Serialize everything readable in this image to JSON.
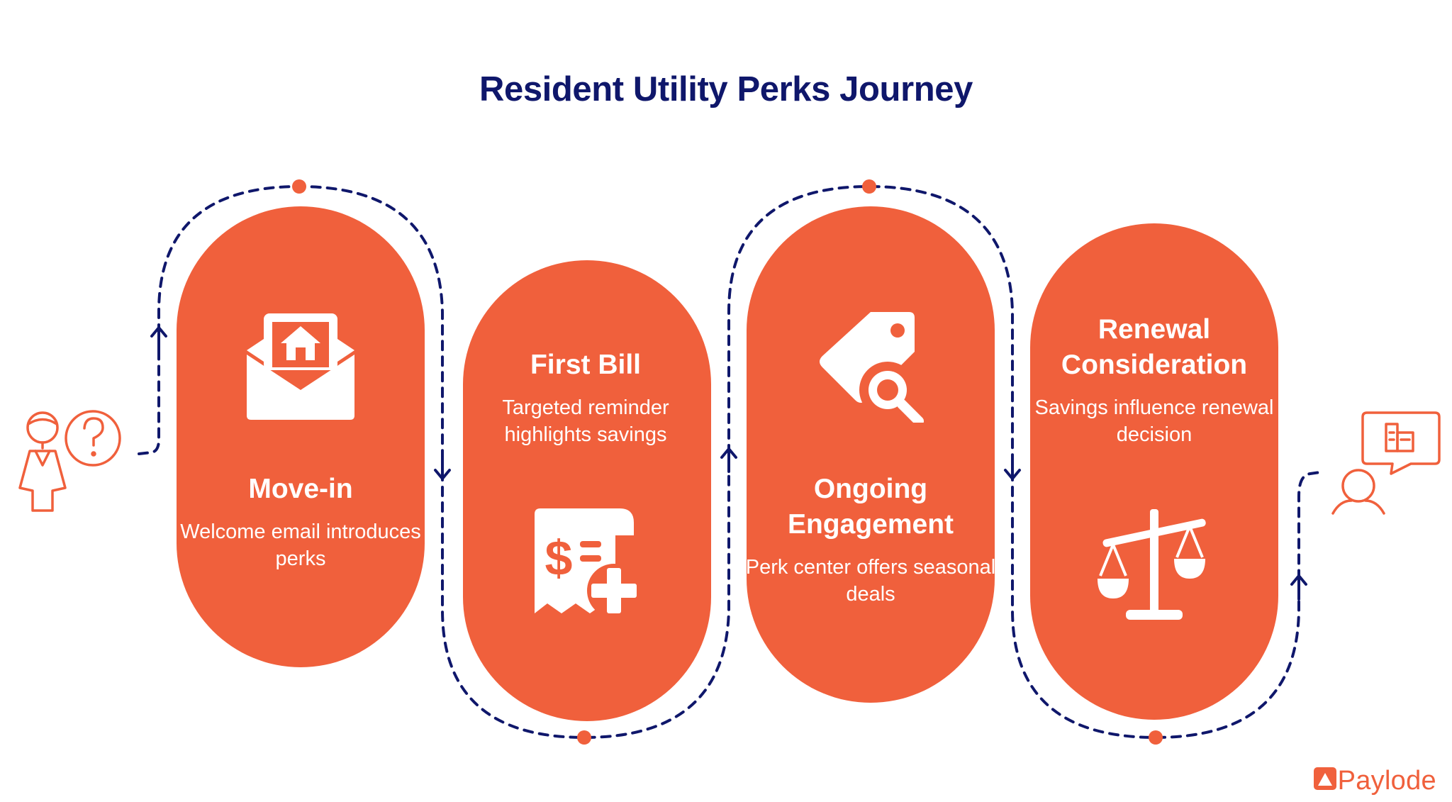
{
  "title": "Resident Utility Perks Journey",
  "steps": [
    {
      "title": "Move-in",
      "description": "Welcome email introduces perks",
      "icon": "home-envelope-icon"
    },
    {
      "title": "First Bill",
      "description": "Targeted reminder highlights savings",
      "icon": "bill-plus-icon"
    },
    {
      "title": "Ongoing Engagement",
      "description": "Perk center offers seasonal deals",
      "icon": "tag-search-icon"
    },
    {
      "title": "Renewal Consideration",
      "description": "Savings influence renewal decision",
      "icon": "balance-scale-icon"
    }
  ],
  "start_icon": "confused-resident-icon",
  "end_icon": "resident-chat-icon",
  "brand": {
    "name": "Paylode",
    "icon": "paylode-logo-icon"
  },
  "colors": {
    "accent": "#f0603c",
    "title": "#0f176b",
    "path": "#0f176b",
    "card_text": "#ffffff"
  }
}
